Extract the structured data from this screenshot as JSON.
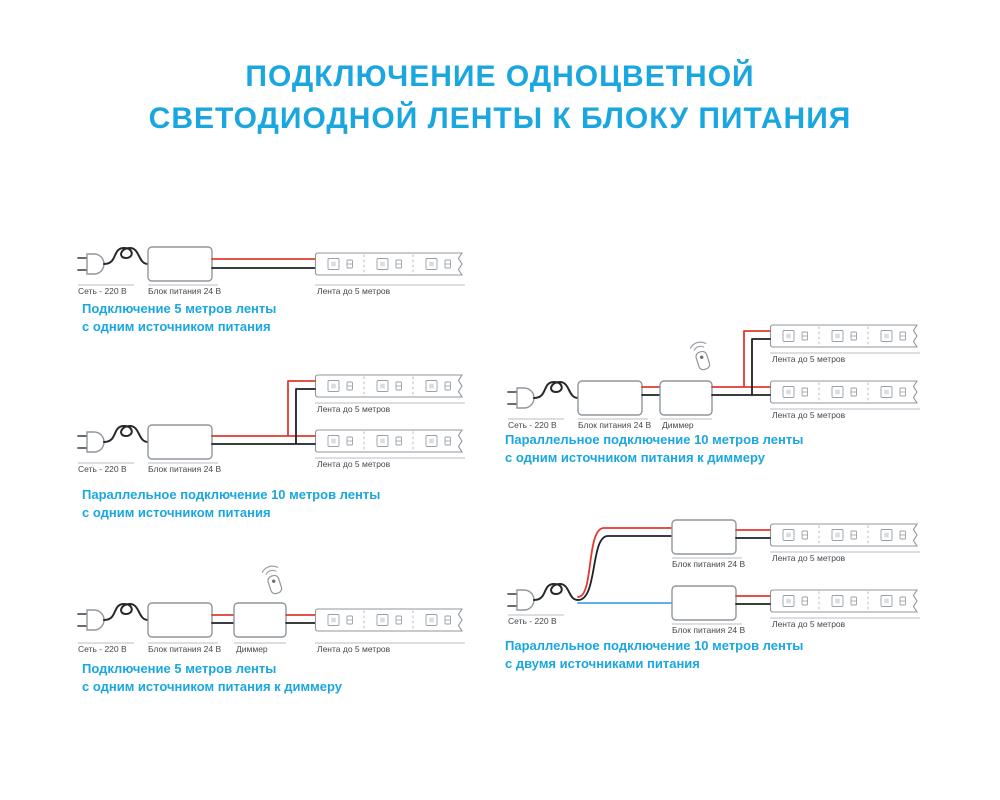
{
  "title": {
    "line1": "ПОДКЛЮЧЕНИЕ ОДНОЦВЕТНОЙ",
    "line2": "СВЕТОДИОДНОЙ ЛЕНТЫ К БЛОКУ ПИТАНИЯ"
  },
  "labels": {
    "mains": "Сеть - 220 В",
    "psu": "Блок питания 24 В",
    "dimmer": "Диммер",
    "strip": "Лента до 5 метров"
  },
  "diagrams": [
    {
      "caption1": "Подключение 5 метров ленты",
      "caption2": "с одним источником питания"
    },
    {
      "caption1": "Параллельное подключение 10 метров ленты",
      "caption2": "с одним источником питания"
    },
    {
      "caption1": "Подключение 5 метров ленты",
      "caption2": "с одним источником питания к диммеру"
    },
    {
      "caption1": "Параллельное подключение 10 метров ленты",
      "caption2": "с одним источником питания к диммеру"
    },
    {
      "caption1": "Параллельное подключение 10 метров ленты",
      "caption2": "с двумя источниками питания"
    }
  ],
  "colors": {
    "accent": "#1aa7e0",
    "wire_red": "#e03a2f",
    "wire_black": "#1f2124",
    "wire_blue": "#4aa3e8",
    "outline": "#8f969c"
  }
}
